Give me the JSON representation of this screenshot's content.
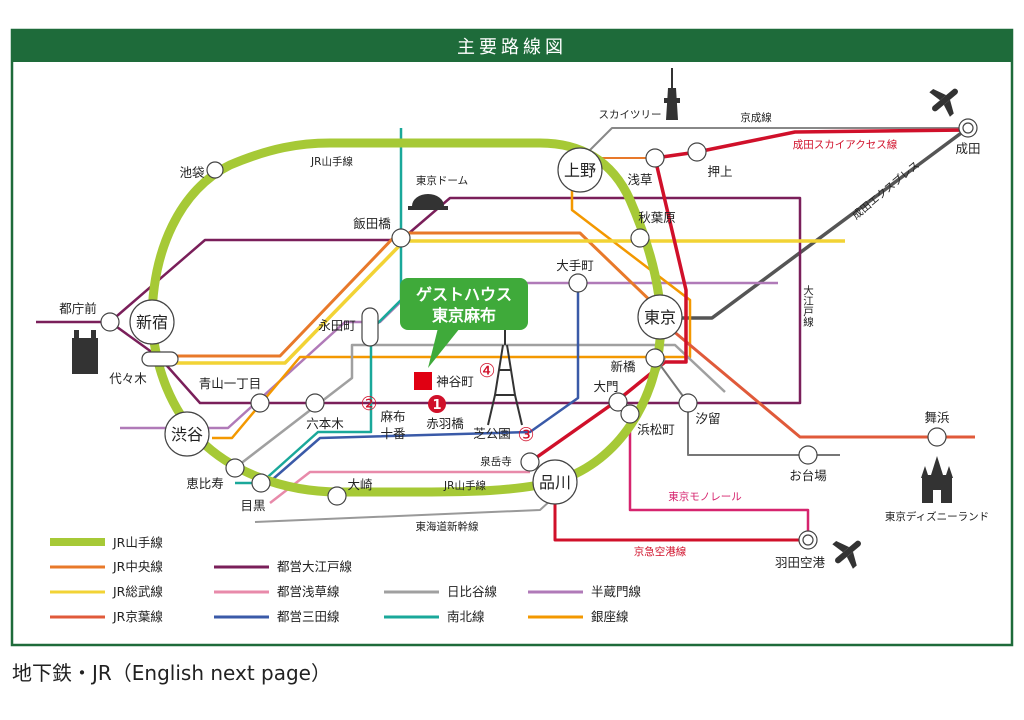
{
  "title": "主要路線図",
  "caption": "地下鉄・JR（English next page）",
  "guesthouse": {
    "line1": "ゲストハウス",
    "line2": "東京麻布"
  },
  "markers": [
    "1",
    "②",
    "③",
    "④"
  ],
  "colors": {
    "frame": "#1e6b3a",
    "yamanote": "#a6c936",
    "chuo": "#e8792a",
    "sobu": "#f2d335",
    "keiyo": "#e05a3a",
    "oedo": "#7a1f5a",
    "asakusa": "#e88aaa",
    "hibiya": "#a0a0a0",
    "hanzomon": "#b07ab8",
    "mita": "#3a5aa8",
    "namboku": "#1aa89a",
    "ginza": "#f39800",
    "keisei_red": "#d0102a",
    "monorail": "#d6246e"
  },
  "stations": {
    "ikebukuro": "池袋",
    "iidabashi": "飯田橋",
    "tokyo_dome": "東京ドーム",
    "ueno": "上野",
    "asakusa": "浅草",
    "oshiage": "押上",
    "skytree": "スカイツリー",
    "narita": "成田",
    "akihabara": "秋葉原",
    "otemachi": "大手町",
    "tokyo": "東京",
    "shimbashi": "新橋",
    "daimon": "大門",
    "hamamatsucho": "浜松町",
    "shiodome": "汐留",
    "maihama": "舞浜",
    "odaiba": "お台場",
    "disneyland": "東京ディズニーランド",
    "haneda": "羽田空港",
    "shinagawa": "品川",
    "sengakuji": "泉岳寺",
    "osaki": "大崎",
    "meguro": "目黒",
    "ebisu": "恵比寿",
    "shibuya": "渋谷",
    "roppongi": "六本木",
    "azabu1": "麻布",
    "azabu2": "十番",
    "akabanebashi": "赤羽橋",
    "shibakoen": "芝公園",
    "kamiyacho": "神谷町",
    "aoyama": "青山一丁目",
    "nagatacho": "永田町",
    "yoyogi": "代々木",
    "shinjuku": "新宿",
    "tochomae": "都庁前"
  },
  "line_labels": {
    "yamanote_top": "JR山手線",
    "yamanote_bottom": "JR山手線",
    "keisei": "京成線",
    "skyaccess": "成田スカイアクセス線",
    "nex": "成田エクスプレス",
    "oedo": "大江戸線",
    "monorail": "東京モノレール",
    "keikyu": "京急空港線",
    "shinkansen": "東海道新幹線"
  },
  "legend": [
    {
      "label": "JR山手線",
      "color": "#a6c936"
    },
    {
      "label": "JR中央線",
      "color": "#e8792a"
    },
    {
      "label": "JR総武線",
      "color": "#f2d335"
    },
    {
      "label": "JR京葉線",
      "color": "#e05a3a"
    },
    {
      "label": "都営大江戸線",
      "color": "#7a1f5a"
    },
    {
      "label": "都営浅草線",
      "color": "#e88aaa"
    },
    {
      "label": "都営三田線",
      "color": "#3a5aa8"
    },
    {
      "label": "日比谷線",
      "color": "#a0a0a0"
    },
    {
      "label": "南北線",
      "color": "#1aa89a"
    },
    {
      "label": "半蔵門線",
      "color": "#b07ab8"
    },
    {
      "label": "銀座線",
      "color": "#f39800"
    }
  ]
}
